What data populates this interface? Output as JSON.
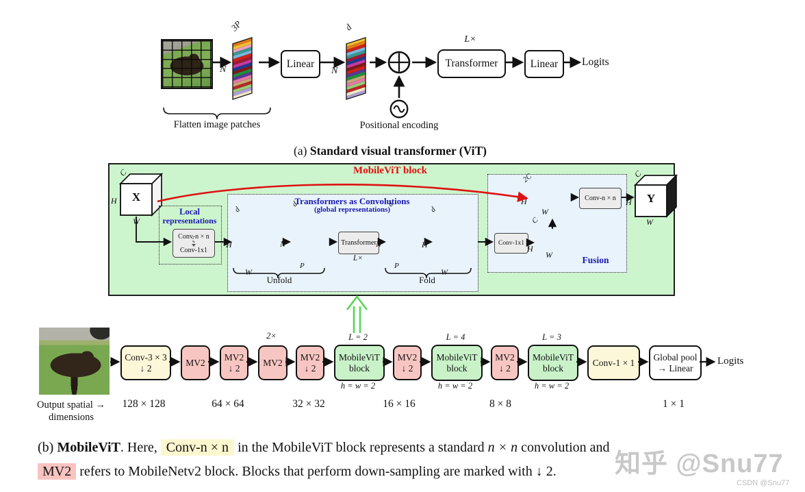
{
  "colors": {
    "panel_green": "#cdf5cd",
    "inner_blue": "#e9f3fb",
    "stage_pink": "#f8c6c2",
    "stage_yellow": "#fdf7d9",
    "stage_green": "#c9f2c9",
    "accent_red": "#dd1111",
    "label_blue": "#1a18b0",
    "title_red": "#e01010",
    "highlight_yellow": "#fdf7d0",
    "highlight_pink": "#f9c4c0",
    "skip_arrow_green": "#57d657"
  },
  "vit": {
    "caption_prefix": "(a)",
    "caption_title": "Standard visual transformer (ViT)",
    "patches_label": "Flatten image patches",
    "pos_encoding_label": "Positional encoding",
    "stack1_top": "3P",
    "stack1_side": "N",
    "stack2_top": "d",
    "stack2_side": "N",
    "linear1": "Linear",
    "l_times": "L×",
    "transformer": "Transformer",
    "linear2": "Linear",
    "logits": "Logits"
  },
  "block": {
    "title": "MobileViT block",
    "input_tensor": "X",
    "output_tensor": "Y",
    "dims": {
      "c": "C",
      "c2": "2C",
      "h": "H",
      "w": "W",
      "d": "d",
      "n": "N",
      "p": "P"
    },
    "local": {
      "line1": "Local",
      "line2": "representations",
      "conv_top": "Conv-n × n",
      "conv_bottom": "Conv-1x1"
    },
    "global_rep": {
      "title": "Transformers as Convolutions",
      "subtitle": "(global representations)",
      "transformer": "Transformer",
      "l_times": "L×",
      "unfold": "Unfold",
      "fold": "Fold"
    },
    "fusion": {
      "label": "Fusion",
      "conv_1x1": "Conv-1x1",
      "conv_nxn": "Conv-n × n"
    }
  },
  "pipeline": {
    "stages": [
      {
        "line1": "Conv-3 × 3",
        "line2": "↓ 2",
        "type": "yellow"
      },
      {
        "line1": "MV2",
        "type": "pink"
      },
      {
        "line1": "MV2",
        "line2": "↓ 2",
        "type": "pink"
      },
      {
        "line1": "MV2",
        "above": "2×",
        "type": "pink"
      },
      {
        "line1": "MV2",
        "line2": "↓ 2",
        "type": "pink"
      },
      {
        "line1": "MobileViT",
        "line2": "block",
        "above": "L = 2",
        "below": "h = w = 2",
        "type": "green"
      },
      {
        "line1": "MV2",
        "line2": "↓ 2",
        "type": "pink"
      },
      {
        "line1": "MobileViT",
        "line2": "block",
        "above": "L = 4",
        "below": "h = w = 2",
        "type": "green"
      },
      {
        "line1": "MV2",
        "line2": "↓ 2",
        "type": "pink"
      },
      {
        "line1": "MobileViT",
        "line2": "block",
        "above": "L = 3",
        "below": "h = w = 2",
        "type": "green"
      },
      {
        "line1": "Conv-1 × 1",
        "type": "yellow"
      },
      {
        "line1": "Global pool",
        "line2": "→ Linear",
        "type": "white"
      }
    ],
    "logits": "Logits",
    "output_dims_line1": "Output spatial →",
    "output_dims_line2": "dimensions",
    "spatial_dims": [
      "128 × 128",
      "64 × 64",
      "32 × 32",
      "16 × 16",
      "8 × 8",
      "1 × 1"
    ]
  },
  "caption_b": {
    "prefix": "(b) ",
    "name_bold": "MobileViT",
    "seg1": ". Here, ",
    "highlight_conv": "Conv-n × n",
    "seg2": " in the MobileViT block represents a standard ",
    "math_nxn": "n × n",
    "seg3": " convolution and",
    "highlight_mv2": "MV2",
    "seg4": " refers to MobileNetv2 block. Blocks that perform down-sampling are marked with ↓ 2."
  },
  "watermarks": {
    "zhihu": "知乎 @Snu77",
    "csdn": "CSDN @Snu77"
  }
}
